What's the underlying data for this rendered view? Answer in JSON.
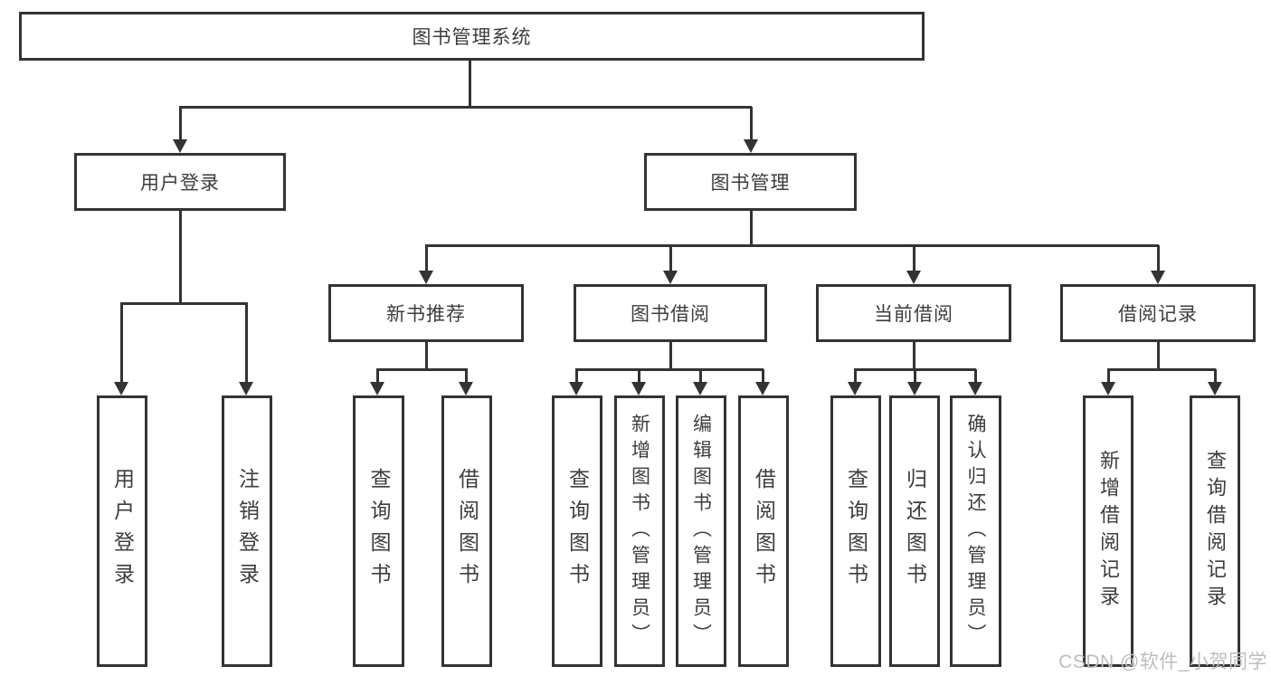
{
  "tree": {
    "root": {
      "label": "图书管理系统",
      "children": [
        {
          "label": "用户登录",
          "children": [
            {
              "label": "用户登录"
            },
            {
              "label": "注销登录"
            }
          ]
        },
        {
          "label": "图书管理",
          "children": [
            {
              "label": "新书推荐",
              "children": [
                {
                  "label": "查询图书"
                },
                {
                  "label": "借阅图书"
                }
              ]
            },
            {
              "label": "图书借阅",
              "children": [
                {
                  "label": "查询图书"
                },
                {
                  "label": "新增图书（管理员）"
                },
                {
                  "label": "编辑图书（管理员）"
                },
                {
                  "label": "借阅图书"
                }
              ]
            },
            {
              "label": "当前借阅",
              "children": [
                {
                  "label": "查询图书"
                },
                {
                  "label": "归还图书"
                },
                {
                  "label": "确认归还（管理员）"
                }
              ]
            },
            {
              "label": "借阅记录",
              "children": [
                {
                  "label": "新增借阅记录"
                },
                {
                  "label": "查询借阅记录"
                }
              ]
            }
          ]
        }
      ]
    }
  },
  "watermark": "CSDN @软件_小贺同学",
  "colors": {
    "line": "#333333",
    "text": "#3d3d3d",
    "background": "#ffffff",
    "watermark": "#bdbdbd"
  }
}
